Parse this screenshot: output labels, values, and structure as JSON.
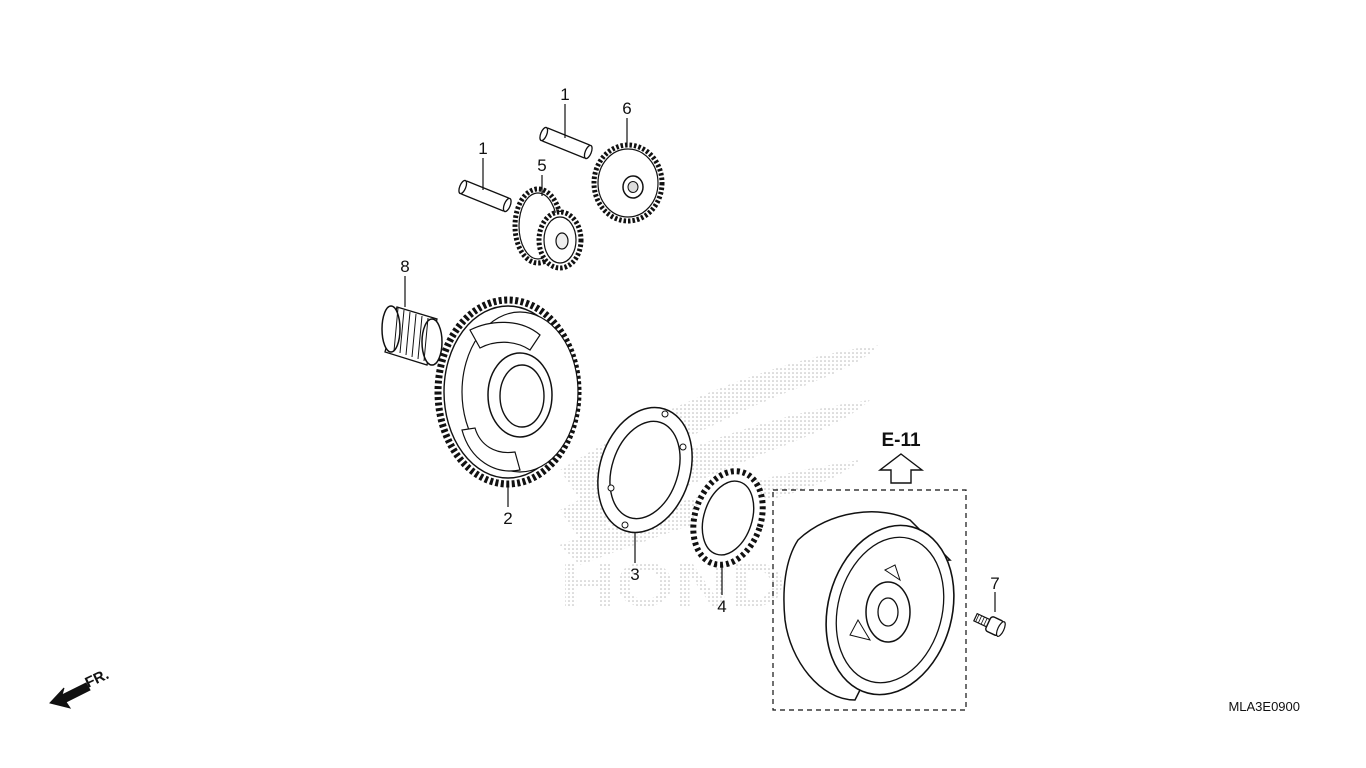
{
  "callouts": [
    {
      "id": "pin-a",
      "label": "1"
    },
    {
      "id": "pin-b",
      "label": "1"
    },
    {
      "id": "driven-gear",
      "label": "2"
    },
    {
      "id": "clutch-outer-plate",
      "label": "3"
    },
    {
      "id": "one-way-clutch",
      "label": "4"
    },
    {
      "id": "reduction-gear",
      "label": "5"
    },
    {
      "id": "idle-gear",
      "label": "6"
    },
    {
      "id": "bolt",
      "label": "7"
    },
    {
      "id": "needle-bearing",
      "label": "8"
    }
  ],
  "reference": "E-11",
  "direction_label": "FR.",
  "diagram_code": "MLA3E0900",
  "watermark": "HONDA",
  "colors": {
    "ink": "#111111",
    "watermark": "#c8c8c8",
    "fill": "#ffffff"
  }
}
